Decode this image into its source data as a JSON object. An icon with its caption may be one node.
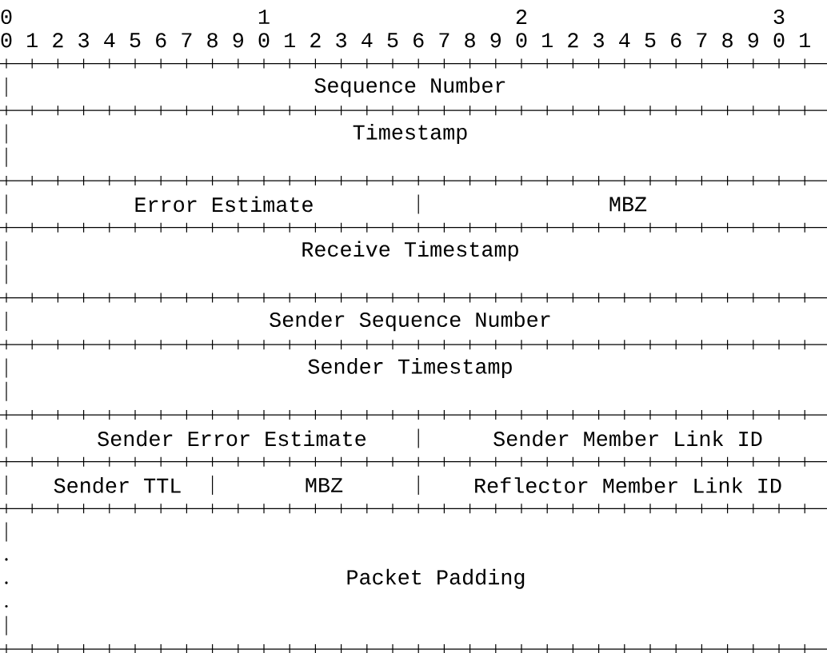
{
  "diagram": {
    "nodes": [
      {
        "text": [
          "Sequence Number"
        ]
      },
      {
        "text": [
          "Timestamp"
        ]
      },
      {
        "text": [
          "Error Estimate"
        ]
      },
      {
        "text": [
          "MBZ"
        ]
      },
      {
        "text": [
          "Receive Timestamp"
        ]
      },
      {
        "text": [
          "Sender Sequence Number"
        ]
      },
      {
        "text": [
          "Sender Timestamp"
        ]
      },
      {
        "text": [
          "Sender Error Estimate"
        ]
      },
      {
        "text": [
          "Sender Member Link ID"
        ]
      },
      {
        "text": [
          "Sender TTL"
        ]
      },
      {
        "text": [
          "MBZ"
        ]
      },
      {
        "text": [
          "Reflector Member Link ID"
        ]
      },
      {
        "text": [
          "Packet Padding"
        ]
      }
    ],
    "labels": [
      "0",
      "1",
      "2",
      "3",
      "0",
      "1",
      "2",
      "3",
      "4",
      "5",
      "6",
      "7",
      "8",
      "9",
      "0",
      "1",
      "2",
      "3",
      "4",
      "5",
      "6",
      "7",
      "8",
      "9",
      "0",
      "1",
      "2",
      "3",
      "4",
      "5",
      "6",
      "7",
      "8",
      "9",
      "0",
      "1"
    ]
  }
}
